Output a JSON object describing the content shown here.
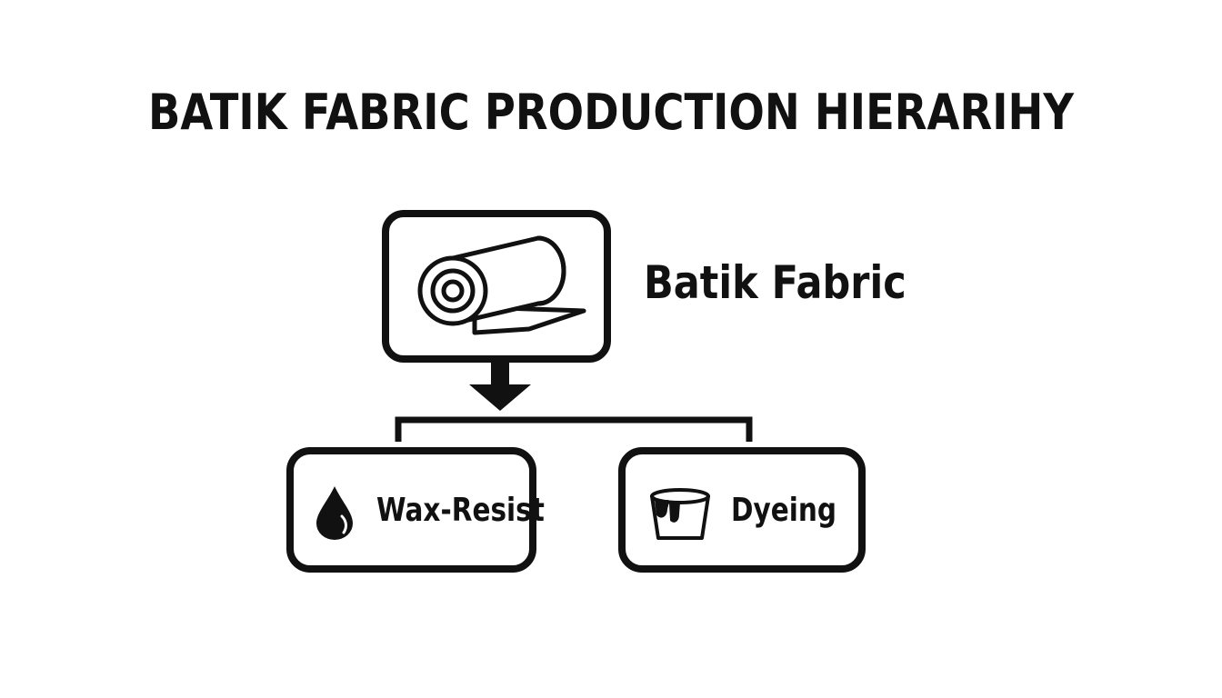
{
  "title": "BATIK FABRIC PRODUCTION HIERARIHY",
  "root": {
    "label": "Batik Fabric",
    "icon": "fabric-roll-icon"
  },
  "children": [
    {
      "label": "Wax-Resist",
      "icon": "wax-drop-icon"
    },
    {
      "label": "Dyeing",
      "icon": "dye-bucket-icon"
    }
  ],
  "colors": {
    "ink": "#111111",
    "background": "#ffffff"
  }
}
